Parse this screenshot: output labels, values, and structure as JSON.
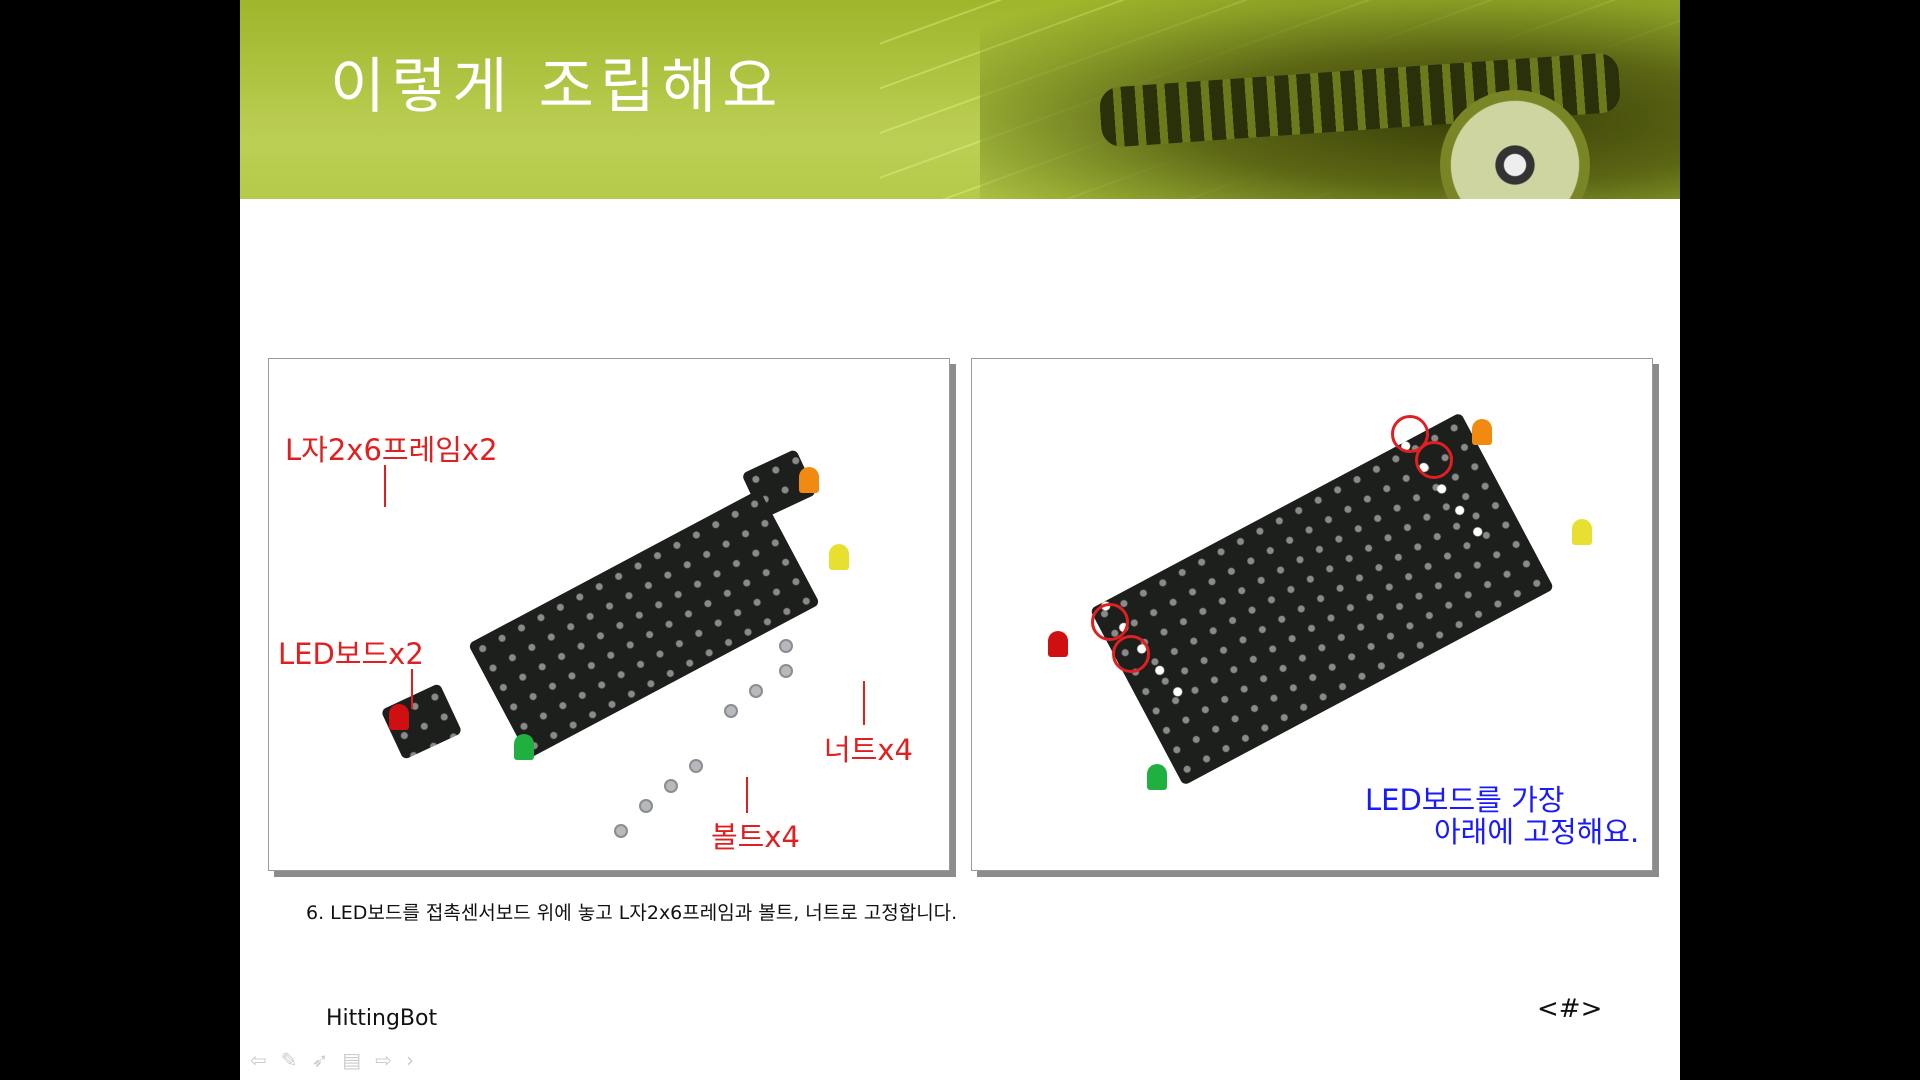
{
  "slide": {
    "title": "이렇게 조립해요",
    "left_photo": {
      "labels": {
        "frame": "L자2x6프레임x2",
        "led_board": "LED보드x2",
        "nut": "너트x4",
        "bolt": "볼트x4"
      }
    },
    "right_photo": {
      "note_line1": "LED보드를 가장",
      "note_line2": "아래에 고정해요."
    },
    "caption": "6. LED보드를 접촉센서보드 위에 놓고 L자2x6프레임과 볼트, 너트로 고정합니다.",
    "footer": "HittingBot",
    "page_number": "<#>"
  },
  "nav_icons": [
    "prev-arrow-icon",
    "pen-icon",
    "pointer-icon",
    "menu-icon",
    "next-arrow-icon",
    "chevron-right-icon"
  ],
  "colors": {
    "annotation": "#e02020",
    "note": "#1a1aff",
    "header": "#a8bd35"
  }
}
